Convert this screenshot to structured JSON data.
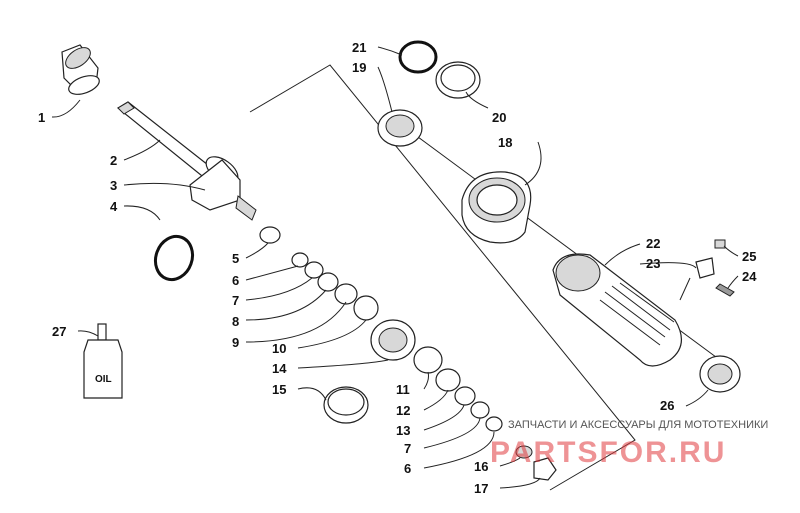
{
  "labels": {
    "l1": "1",
    "l2": "2",
    "l3": "3",
    "l4": "4",
    "l5": "5",
    "l6a": "6",
    "l7a": "7",
    "l8": "8",
    "l9": "9",
    "l10": "10",
    "l11": "11",
    "l12": "12",
    "l13": "13",
    "l7b": "7",
    "l6b": "6",
    "l14": "14",
    "l15": "15",
    "l16": "16",
    "l17": "17",
    "l18": "18",
    "l19": "19",
    "l20": "20",
    "l21": "21",
    "l22": "22",
    "l23": "23",
    "l24": "24",
    "l25": "25",
    "l26": "26",
    "l27": "27"
  },
  "bottle_label": "OIL",
  "watermark": {
    "tagline": "ЗАПЧАСТИ И АКСЕССУАРЫ ДЛЯ МОТОТЕХНИКИ",
    "site": "PARTSFOR.RU"
  }
}
